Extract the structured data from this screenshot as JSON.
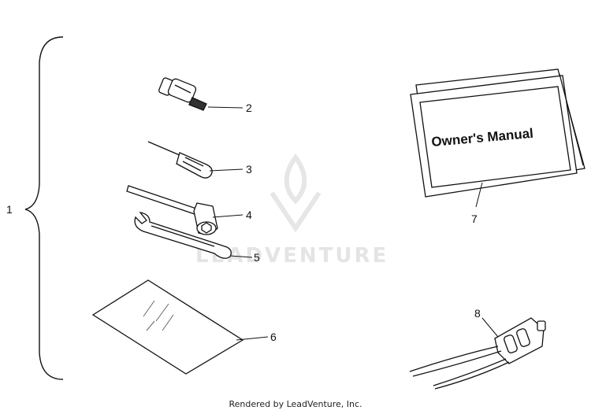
{
  "callouts": {
    "kit": "1",
    "item2": "2",
    "item3": "3",
    "item4": "4",
    "item5": "5",
    "item6": "6",
    "item7": "7",
    "item8": "8"
  },
  "manual_title": "Owner's Manual",
  "watermark": {
    "text": "LEADVENTURE",
    "icon": "leadventure-logo-icon"
  },
  "footer": "Rendered by LeadVenture, Inc."
}
